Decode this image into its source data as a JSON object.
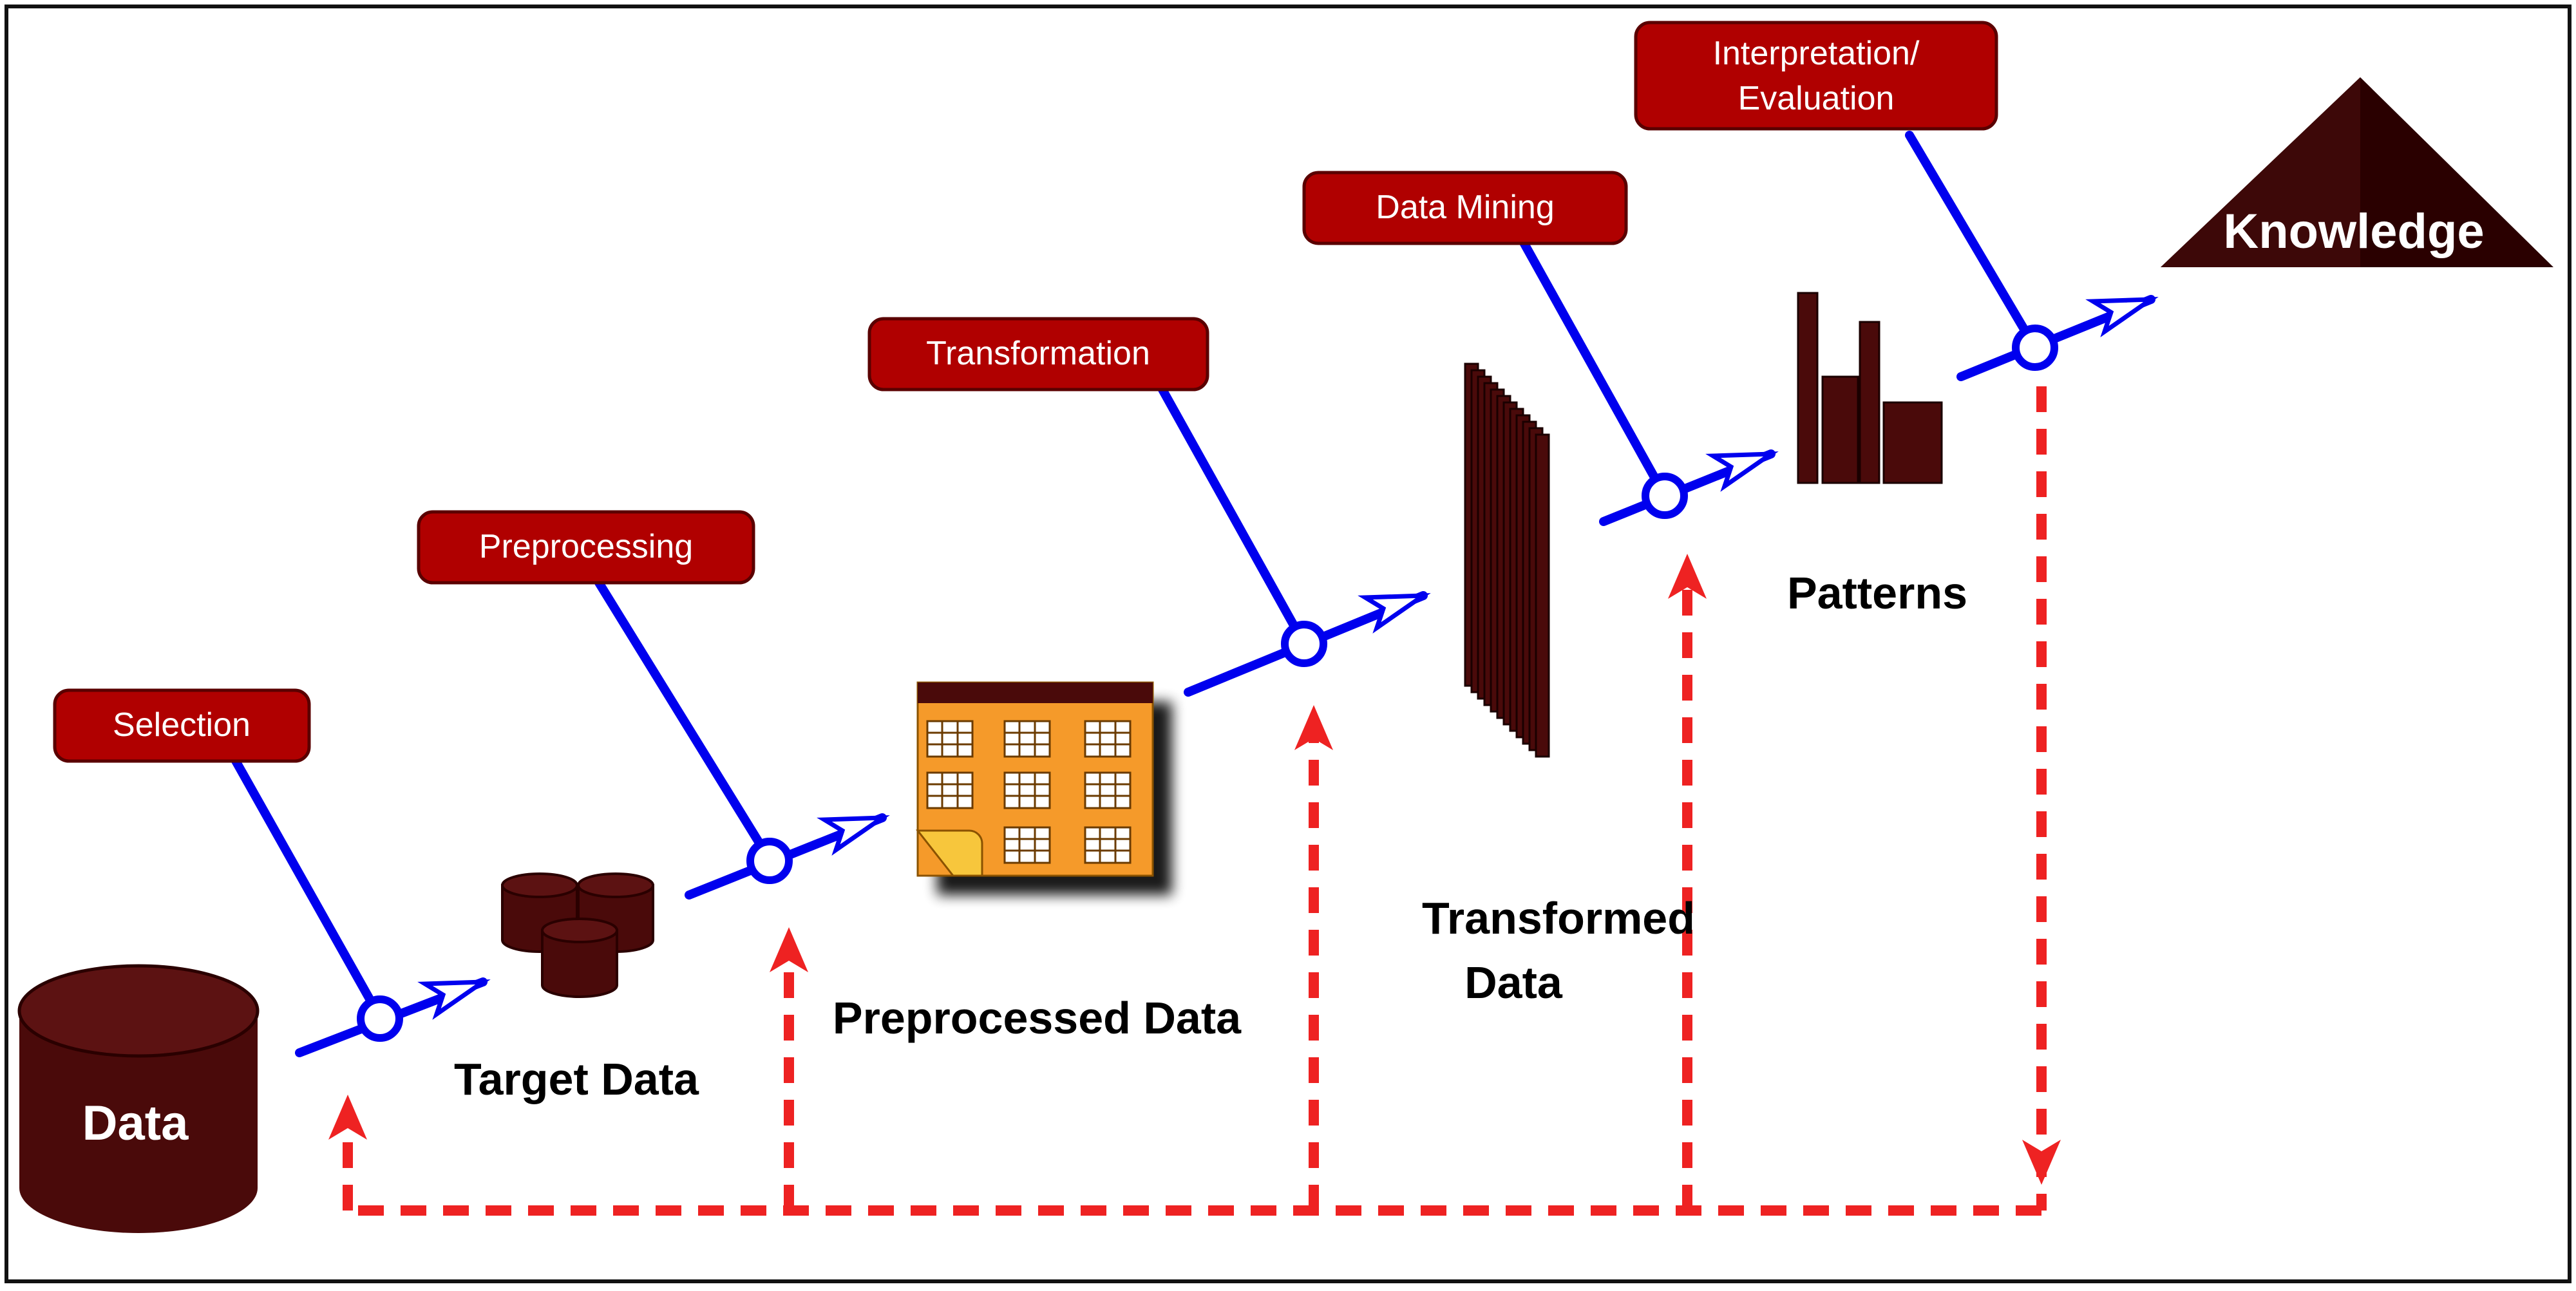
{
  "steps": {
    "selection": "Selection",
    "preprocessing": "Preprocessing",
    "transformation": "Transformation",
    "data_mining": "Data Mining",
    "interpretation_line1": "Interpretation/",
    "interpretation_line2": "Evaluation"
  },
  "nodes": {
    "data": "Data",
    "target_data": "Target Data",
    "preprocessed_data": "Preprocessed Data",
    "transformed_data_line1": "Transformed",
    "transformed_data_line2": "Data",
    "patterns": "Patterns",
    "knowledge": "Knowledge"
  },
  "colors": {
    "step_box": "#b00000",
    "dark_shape": "#4a0a0a",
    "flow_arrow": "#0000ee",
    "feedback_arrow": "#ee2222",
    "table_fill": "#f59a2a"
  }
}
